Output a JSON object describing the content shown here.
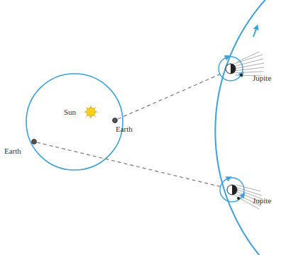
{
  "diagram": {
    "labels": [
      "Jupite",
      "Sun",
      "Earth",
      "Earth",
      "Jupite"
    ]
  }
}
